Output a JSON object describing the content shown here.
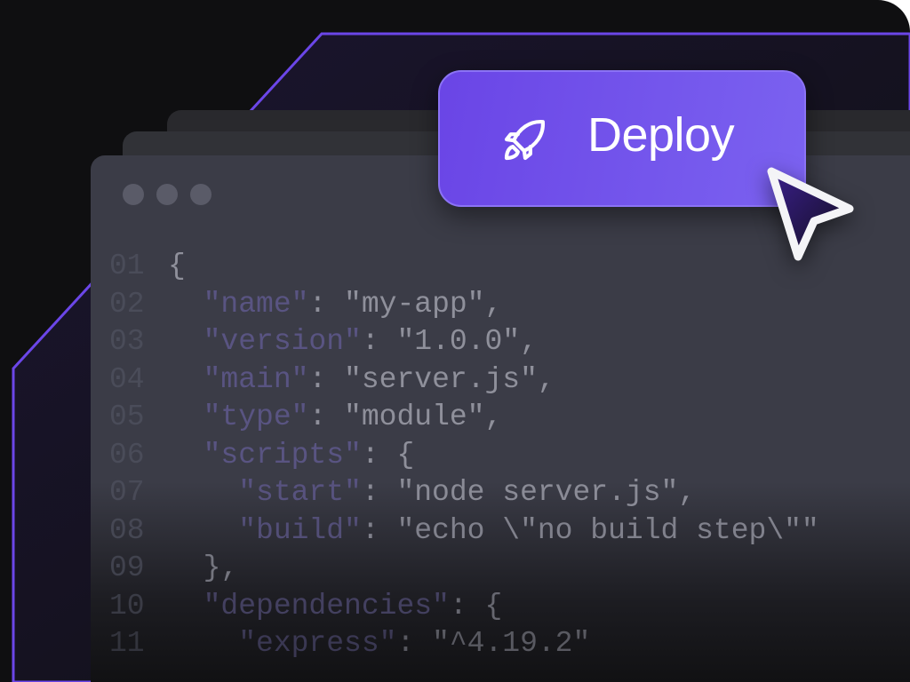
{
  "button": {
    "label": "Deploy",
    "icon": "rocket-icon"
  },
  "editor": {
    "lines": [
      {
        "num": "01",
        "key": "",
        "sep": "",
        "value": "{",
        "indent": ""
      },
      {
        "num": "02",
        "key": "\"name\"",
        "sep": ": ",
        "value": "\"my-app\",",
        "indent": "  "
      },
      {
        "num": "03",
        "key": "\"version\"",
        "sep": ": ",
        "value": "\"1.0.0\",",
        "indent": "  "
      },
      {
        "num": "04",
        "key": "\"main\"",
        "sep": ": ",
        "value": "\"server.js\",",
        "indent": "  "
      },
      {
        "num": "05",
        "key": "\"type\"",
        "sep": ": ",
        "value": "\"module\",",
        "indent": "  "
      },
      {
        "num": "06",
        "key": "\"scripts\"",
        "sep": ": ",
        "value": "{",
        "indent": "  "
      },
      {
        "num": "07",
        "key": "\"start\"",
        "sep": ": ",
        "value": "\"node server.js\",",
        "indent": "    "
      },
      {
        "num": "08",
        "key": "\"build\"",
        "sep": ": ",
        "value": "\"echo \\\"no build step\\\"\"",
        "indent": "    "
      },
      {
        "num": "09",
        "key": "",
        "sep": "",
        "value": "},",
        "indent": "  "
      },
      {
        "num": "10",
        "key": "\"dependencies\"",
        "sep": ": ",
        "value": "{",
        "indent": "  "
      },
      {
        "num": "11",
        "key": "\"express\"",
        "sep": ": ",
        "value": "\"^4.19.2\"",
        "indent": "    "
      }
    ]
  },
  "colors": {
    "accent": "#6a45e6",
    "outline": "#6b46e8",
    "key": "#595482",
    "value": "#8f909b"
  }
}
